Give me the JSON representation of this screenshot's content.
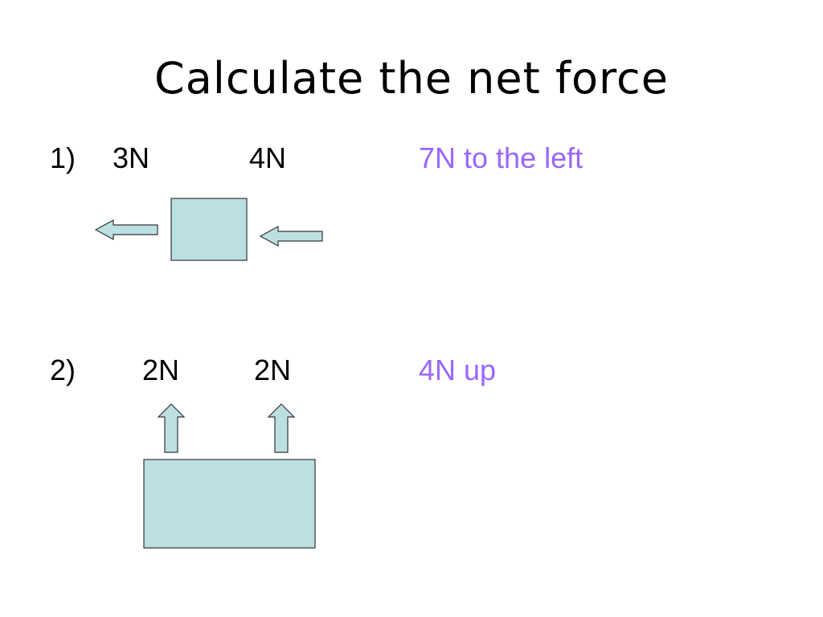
{
  "title": "Calculate the net force",
  "colors": {
    "answer": "#9966ff",
    "shape_fill": "#bce0e2",
    "shape_stroke": "#333333"
  },
  "problems": [
    {
      "number": "1)",
      "forces": [
        "3N",
        "4N"
      ],
      "answer": "7N to the left",
      "arrows": [
        "arrow-left",
        "arrow-left"
      ]
    },
    {
      "number": "2)",
      "forces": [
        "2N",
        "2N"
      ],
      "answer": "4N up",
      "arrows": [
        "arrow-up",
        "arrow-up"
      ]
    }
  ]
}
